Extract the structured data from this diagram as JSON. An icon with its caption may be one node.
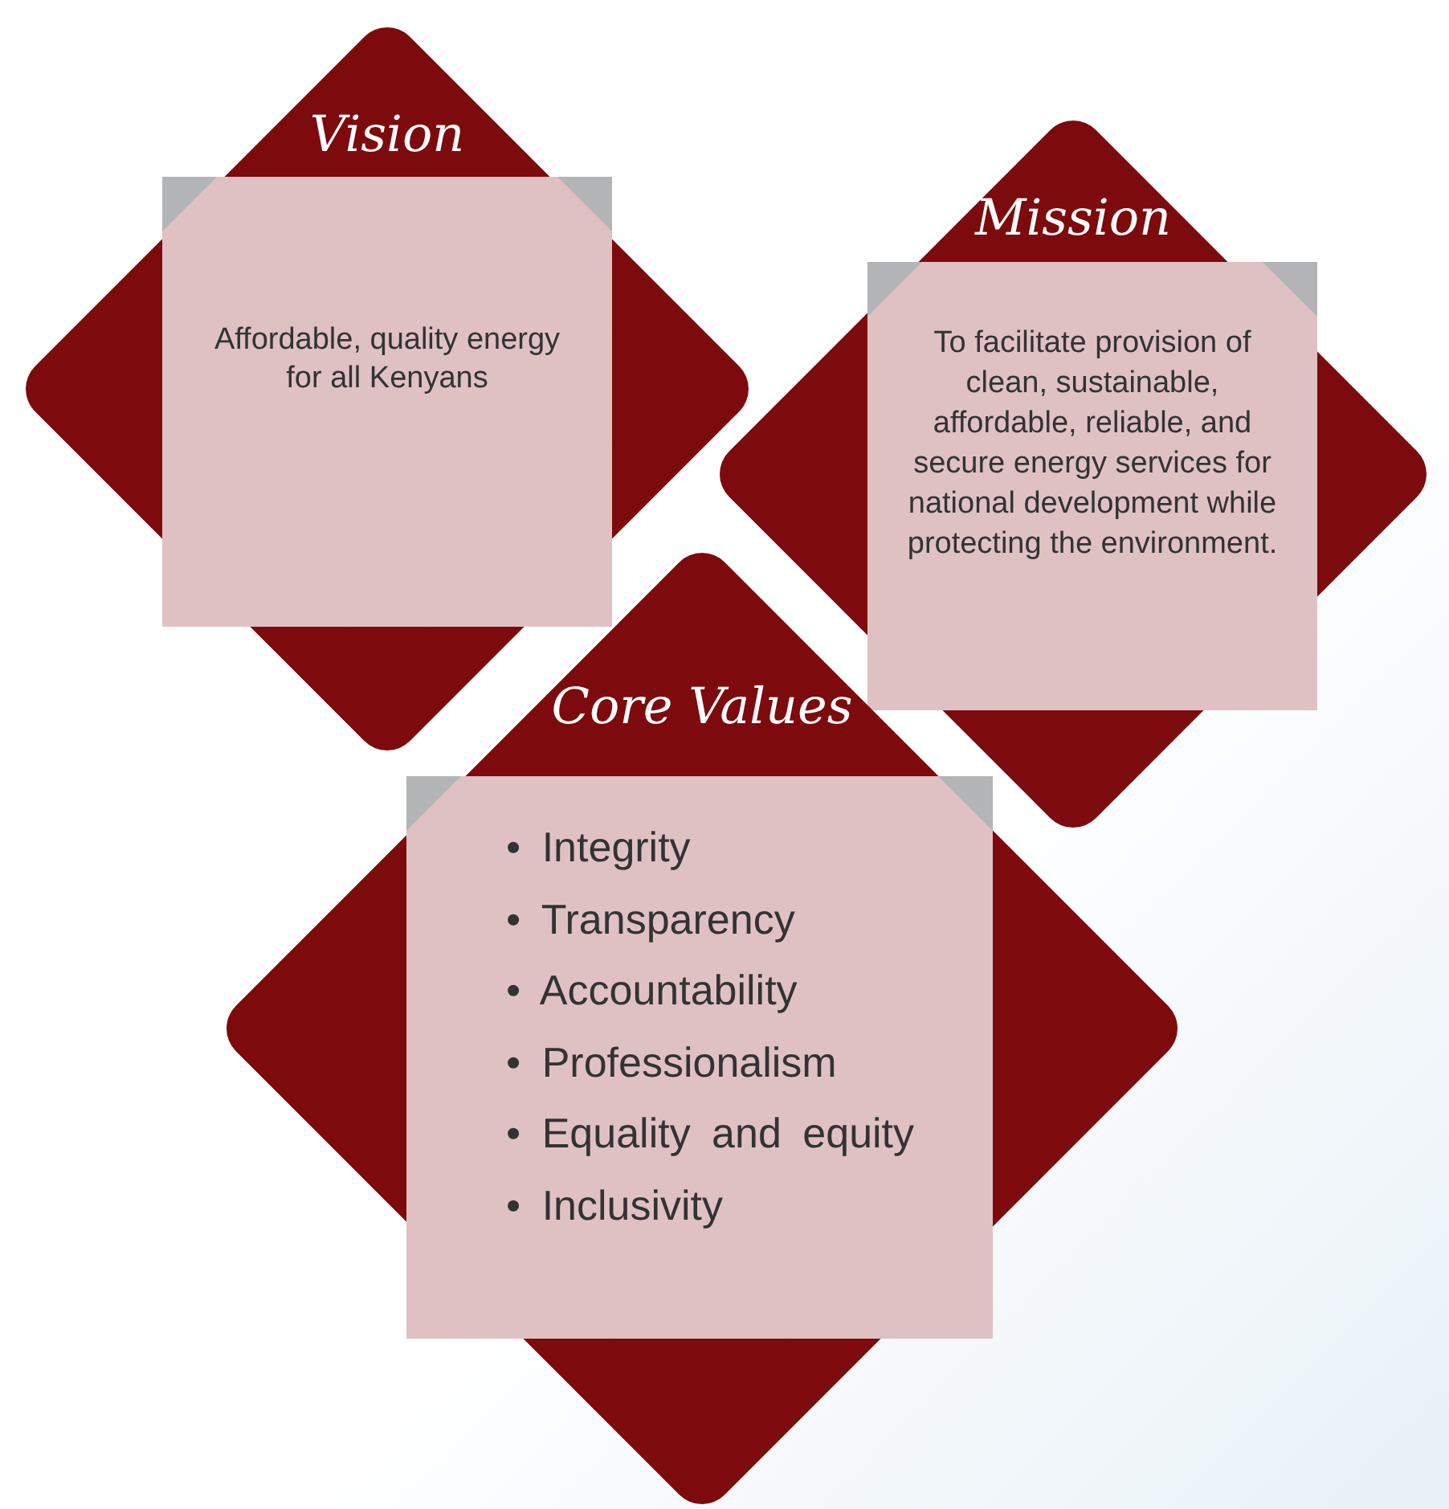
{
  "diagram": {
    "nodes": [
      {
        "text": [
          "Vision",
          "Affordable, quality energy for all Kenyans"
        ]
      },
      {
        "text": [
          "Mission",
          "To facilitate provision of clean, sustainable, affordable, reliable, and secure energy services for national development while protecting the environment."
        ]
      },
      {
        "text": [
          "Core Values",
          "• Integrity",
          "• Transparency",
          "• Accountability",
          "• Professionalism",
          "• Equality and equity",
          "• Inclusivity"
        ]
      }
    ]
  }
}
